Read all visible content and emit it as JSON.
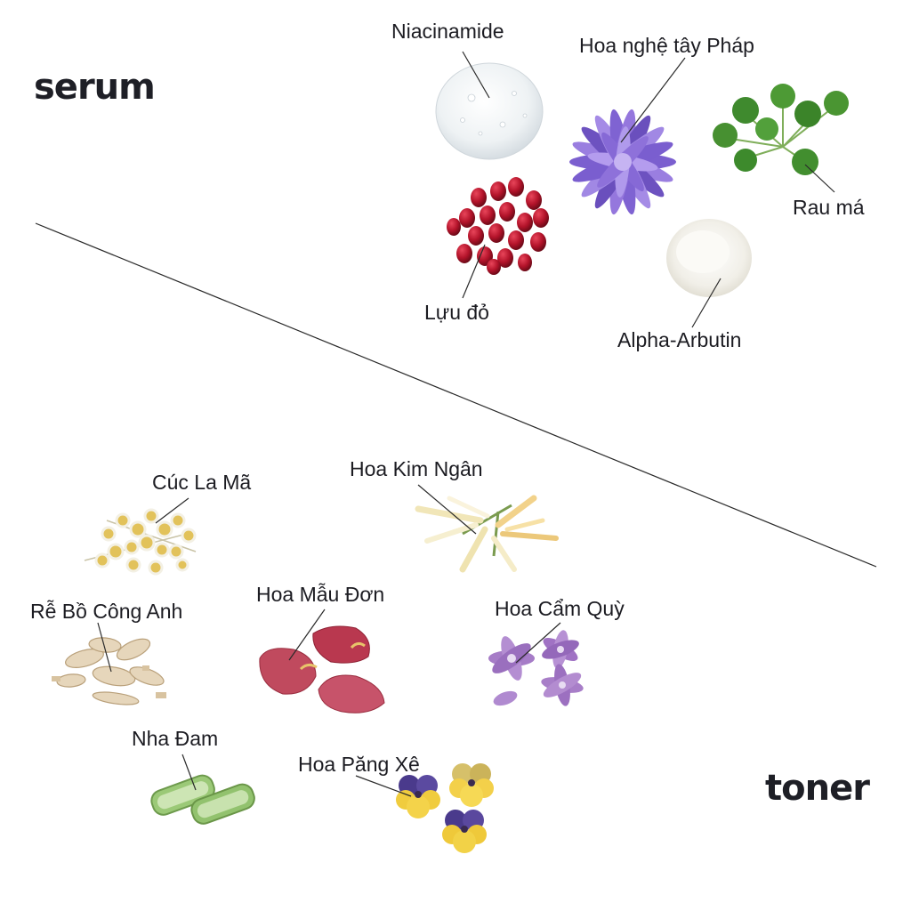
{
  "sections": {
    "serum": "serum",
    "toner": "toner"
  },
  "serum_ingredients": {
    "niacinamide": "Niacinamide",
    "saffron": "Hoa nghệ tây Pháp",
    "centella": "Rau má",
    "pomegranate": "Lựu đỏ",
    "arbutin": "Alpha-Arbutin"
  },
  "toner_ingredients": {
    "chamomile": "Cúc La Mã",
    "honeysuckle": "Hoa Kim Ngân",
    "dandelion_root": "Rễ Bồ Công Anh",
    "peony": "Hoa Mẫu Đơn",
    "mallow": "Hoa Cẩm Quỳ",
    "aloe": "Nha Đam",
    "pansy": "Hoa Păng Xê"
  },
  "colors": {
    "text": "#1c1c22",
    "divider": "#2a2a2a",
    "saffron": "#8a6fd6",
    "pomegranate": "#b3132a",
    "centella": "#3f8a2e",
    "mallow": "#a67cc7",
    "peony": "#c04a5e",
    "aloe": "#8fbf6a",
    "pansy_yellow": "#f0cc3e",
    "pansy_purple": "#4a3a8c"
  }
}
